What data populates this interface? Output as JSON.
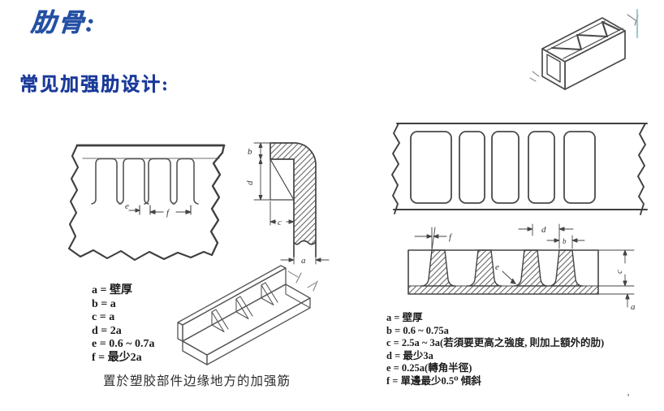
{
  "title": "肋骨:",
  "subtitle": "常见加强肋设计:",
  "colors": {
    "title_blue": "#2450a2",
    "subtitle_blue": "#1a3a99",
    "diagram_ink": "#4a4a4a",
    "teal_artifact": "#8fc2c2"
  },
  "dim_letters": {
    "a": "a",
    "b": "b",
    "c": "c",
    "d": "d",
    "e": "e",
    "f": "f"
  },
  "left_figure": {
    "legend": [
      "a = 壁厚",
      "b = a",
      "c = a",
      "d = 2a",
      "e = 0.6 ~ 0.7a",
      "f = 最少2a"
    ],
    "caption": "置於塑胶部件边缘地方的加强筋"
  },
  "right_figure": {
    "legend": [
      "a = 壁厚",
      "b = 0.6 ~ 0.75a",
      "c = 2.5a ~ 3a(若須要更高之強度, 則加上額外的肋)",
      "d = 最少3a",
      "e = 0.25a(轉角半徑)",
      "f = 單邊最少0.5⁰ 傾斜"
    ]
  },
  "artifacts": {
    "corner_mark": "ʼ"
  }
}
